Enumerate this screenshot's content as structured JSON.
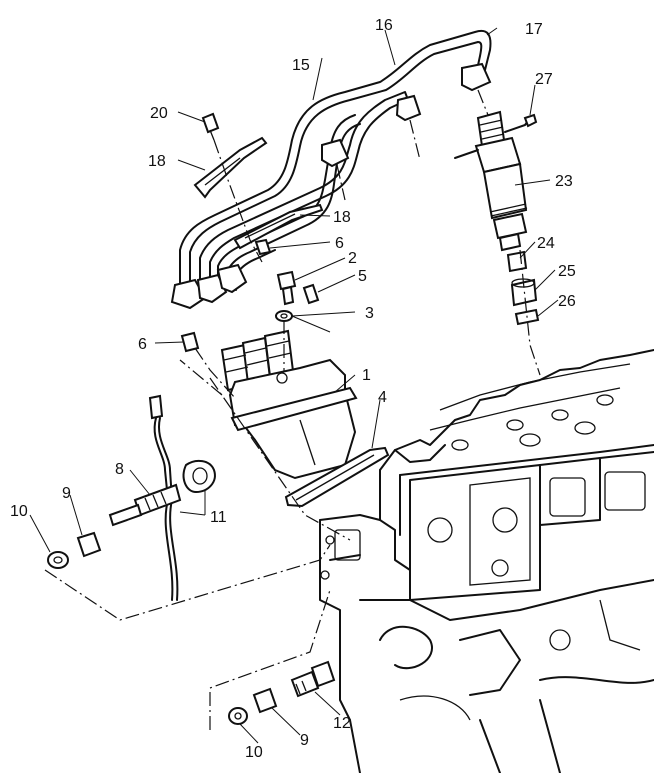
{
  "callouts": [
    {
      "id": "c1",
      "text": "1"
    },
    {
      "id": "c2",
      "text": "2"
    },
    {
      "id": "c3",
      "text": "3"
    },
    {
      "id": "c4",
      "text": "4"
    },
    {
      "id": "c5",
      "text": "5"
    },
    {
      "id": "c6a",
      "text": "6"
    },
    {
      "id": "c6b",
      "text": "6"
    },
    {
      "id": "c8",
      "text": "8"
    },
    {
      "id": "c9a",
      "text": "9"
    },
    {
      "id": "c9b",
      "text": "9"
    },
    {
      "id": "c10a",
      "text": "10"
    },
    {
      "id": "c10b",
      "text": "10"
    },
    {
      "id": "c11",
      "text": "11"
    },
    {
      "id": "c12",
      "text": "12"
    },
    {
      "id": "c15",
      "text": "15"
    },
    {
      "id": "c16",
      "text": "16"
    },
    {
      "id": "c17",
      "text": "17"
    },
    {
      "id": "c18a",
      "text": "18"
    },
    {
      "id": "c18b",
      "text": "18"
    },
    {
      "id": "c20",
      "text": "20"
    },
    {
      "id": "c23",
      "text": "23"
    },
    {
      "id": "c24",
      "text": "24"
    },
    {
      "id": "c25",
      "text": "25"
    },
    {
      "id": "c26",
      "text": "26"
    },
    {
      "id": "c27",
      "text": "27"
    }
  ]
}
